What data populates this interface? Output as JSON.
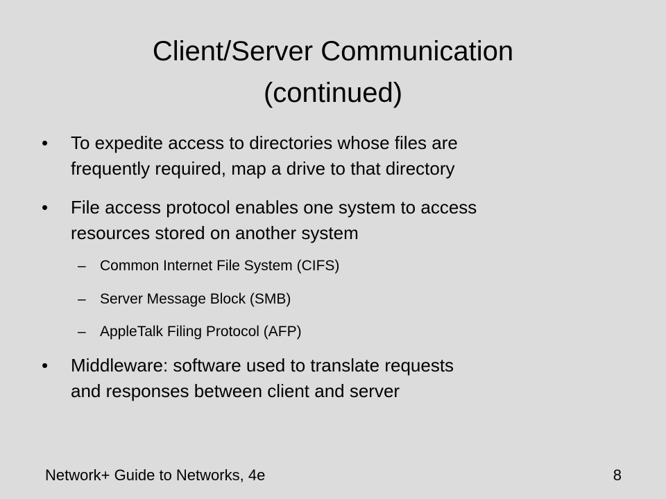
{
  "slide": {
    "title_line1": "Client/Server Communication",
    "title_line2": "(continued)",
    "bullet_marker": "•",
    "sub_marker": "–",
    "bullets": [
      {
        "line1": "To expedite access to directories whose files are",
        "line2": "frequently required, map a drive to that directory"
      },
      {
        "line1": "File access protocol enables one system to access",
        "line2": "resources stored on another system"
      },
      {
        "line1": "Middleware: software used to translate requests",
        "line2": "and responses between client and server"
      }
    ],
    "sub_bullets": [
      "Common Internet File System (CIFS)",
      "Server Message Block (SMB)",
      "AppleTalk Filing Protocol (AFP)"
    ],
    "footer_left": "Network+ Guide to Networks, 4e",
    "page_number": "8"
  }
}
